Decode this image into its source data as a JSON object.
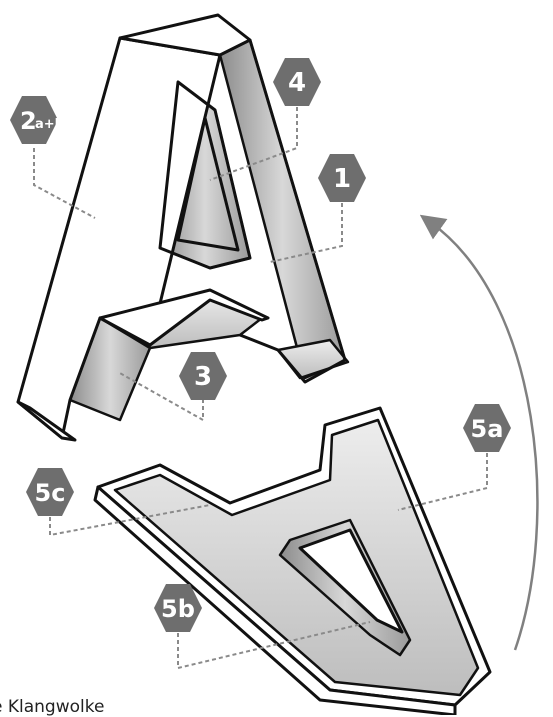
{
  "labels": {
    "l1": "1",
    "l2": "2",
    "l2_sub": "a+b",
    "l3": "3",
    "l4": "4",
    "l5a": "5a",
    "l5b": "5b",
    "l5c": "5c"
  },
  "footer": {
    "text": "e Klangwolke"
  },
  "colors": {
    "hexagon": "#6e6e6e",
    "leader": "#8a8a8a",
    "arrow": "#808080"
  }
}
